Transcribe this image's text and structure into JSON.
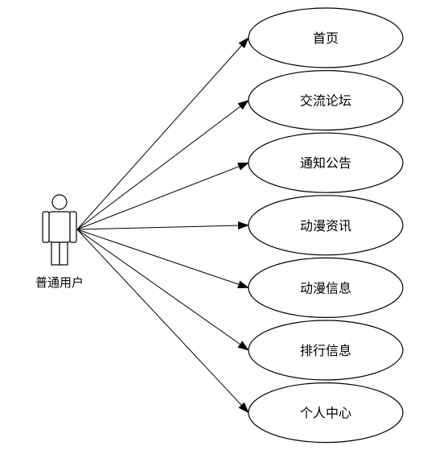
{
  "diagram": {
    "type": "use-case",
    "actor": {
      "label": "普通用户"
    },
    "use_cases": [
      {
        "label": "首页"
      },
      {
        "label": "交流论坛"
      },
      {
        "label": "通知公告"
      },
      {
        "label": "动漫资讯"
      },
      {
        "label": "动漫信息"
      },
      {
        "label": "排行信息"
      },
      {
        "label": "个人中心"
      }
    ],
    "colors": {
      "stroke": "#000000",
      "fill": "#ffffff"
    }
  }
}
